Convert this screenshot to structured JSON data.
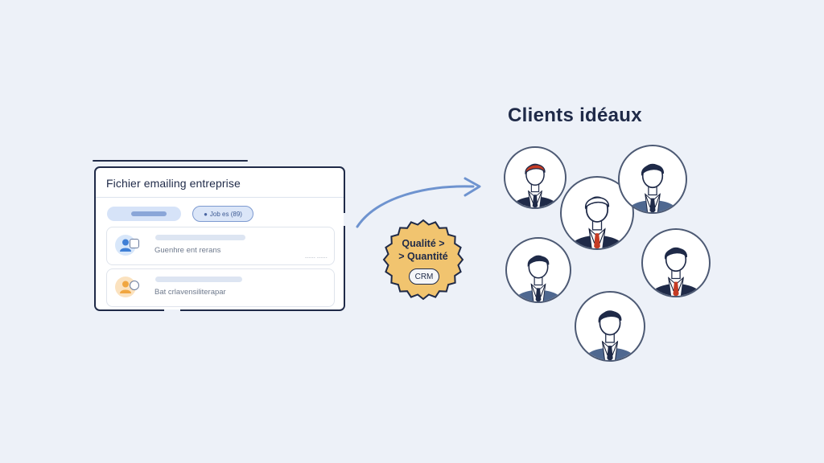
{
  "panel": {
    "title": "Fichier emailing entreprise",
    "pill_label": "Job es (89)",
    "rows": [
      {
        "text": "Guenhre ent rerans",
        "small": "------ ------"
      },
      {
        "text": "Bat crlavensiliterapar",
        "small": ""
      }
    ]
  },
  "seal": {
    "line1": "Qualité >",
    "line2": "> Quantité",
    "crm": "CRM"
  },
  "clients": {
    "title": "Clients idéaux",
    "people": [
      {
        "name": "client-1",
        "hair": "#c53b24",
        "tie": "#1f2a48",
        "suit": "#1f2a48"
      },
      {
        "name": "client-2",
        "hair": "#ffffff",
        "tie": "#c53b24",
        "suit": "#1f2a48"
      },
      {
        "name": "client-3",
        "hair": "#1f2a48",
        "tie": "#1f2a48",
        "suit": "#4f6890"
      },
      {
        "name": "client-4",
        "hair": "#1f2a48",
        "tie": "#1f2a48",
        "suit": "#4f6890"
      },
      {
        "name": "client-5",
        "hair": "#1f2a48",
        "tie": "#c53b24",
        "suit": "#1f2a48"
      },
      {
        "name": "client-6",
        "hair": "#1f2a48",
        "tie": "#1f2a48",
        "suit": "#4f6890"
      }
    ]
  },
  "colors": {
    "navy": "#1f2a48",
    "accent_blue": "#6e93cf",
    "seal_gold": "#f1c46f",
    "red": "#c53b24",
    "background": "#edf1f8"
  },
  "icons": [
    "user-icon",
    "user-orange-icon",
    "arrow-icon",
    "seal-icon",
    "person-icon"
  ]
}
